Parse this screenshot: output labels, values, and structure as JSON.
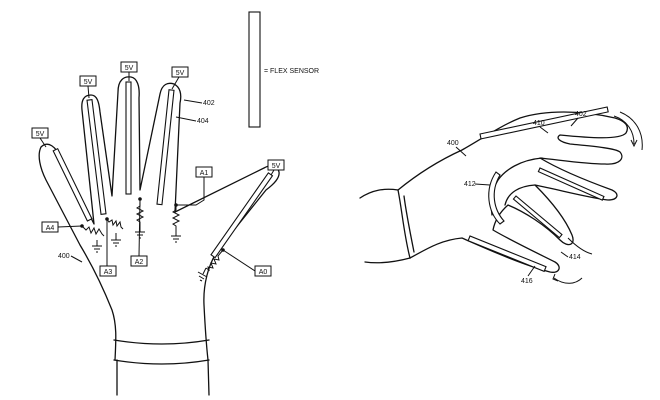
{
  "legend": {
    "text": "= FLEX SENSOR"
  },
  "left_hand": {
    "supply_labels": [
      "5V",
      "5V",
      "5V",
      "5V",
      "5V"
    ],
    "analog_labels": [
      "A4",
      "A3",
      "A2",
      "A1",
      "A0"
    ],
    "refs": {
      "glove": "400",
      "finger_outline": "402",
      "sensor": "404"
    }
  },
  "right_hand": {
    "refs": {
      "glove": "400",
      "top_finger": "402",
      "index_sensor": "410",
      "bent_finger": "412",
      "lower_finger": "414",
      "lower_sensor": "416"
    }
  }
}
